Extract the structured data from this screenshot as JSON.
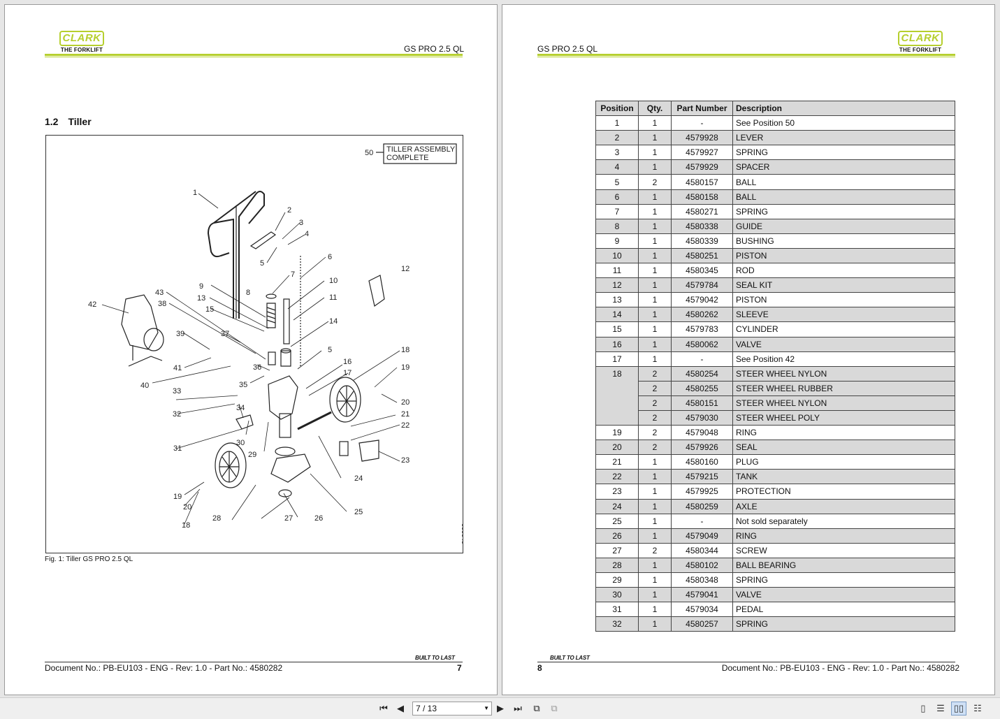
{
  "left_page": {
    "logo": {
      "brand": "CLARK",
      "tagline": "THE FORKLIFT"
    },
    "header_title": "GS PRO 2.5 QL",
    "section": {
      "number": "1.2",
      "title": "Tiller"
    },
    "figure": {
      "callout_number": "50",
      "callout_line1": "TILLER ASSEMBLY",
      "callout_line2": "COMPLETE",
      "image_id": "000049",
      "labels": [
        "1",
        "2",
        "3",
        "4",
        "5",
        "6",
        "7",
        "8",
        "9",
        "10",
        "11",
        "12",
        "13",
        "14",
        "15",
        "5",
        "16",
        "17",
        "18",
        "19",
        "20",
        "21",
        "22",
        "23",
        "24",
        "25",
        "26",
        "27",
        "28",
        "29",
        "30",
        "31",
        "32",
        "33",
        "34",
        "35",
        "36",
        "37",
        "38",
        "39",
        "40",
        "41",
        "42",
        "43",
        "19",
        "20",
        "18"
      ]
    },
    "caption": "Fig. 1: Tiller GS PRO 2.5 QL",
    "built_to_last": "BUILT TO LAST",
    "footer_doc": "Document No.: PB-EU103 - ENG - Rev: 1.0 - Part No.: 4580282",
    "page_number": "7"
  },
  "right_page": {
    "logo": {
      "brand": "CLARK",
      "tagline": "THE FORKLIFT"
    },
    "header_title": "GS PRO 2.5 QL",
    "table": {
      "headers": [
        "Position",
        "Qty.",
        "Part Number",
        "Description"
      ],
      "rows": [
        [
          "1",
          "1",
          "-",
          "See Position 50"
        ],
        [
          "2",
          "1",
          "4579928",
          "LEVER"
        ],
        [
          "3",
          "1",
          "4579927",
          "SPRING"
        ],
        [
          "4",
          "1",
          "4579929",
          "SPACER"
        ],
        [
          "5",
          "2",
          "4580157",
          "BALL"
        ],
        [
          "6",
          "1",
          "4580158",
          "BALL"
        ],
        [
          "7",
          "1",
          "4580271",
          "SPRING"
        ],
        [
          "8",
          "1",
          "4580338",
          "GUIDE"
        ],
        [
          "9",
          "1",
          "4580339",
          "BUSHING"
        ],
        [
          "10",
          "1",
          "4580251",
          "PISTON"
        ],
        [
          "11",
          "1",
          "4580345",
          "ROD"
        ],
        [
          "12",
          "1",
          "4579784",
          "SEAL KIT"
        ],
        [
          "13",
          "1",
          "4579042",
          "PISTON"
        ],
        [
          "14",
          "1",
          "4580262",
          "SLEEVE"
        ],
        [
          "15",
          "1",
          "4579783",
          "CYLINDER"
        ],
        [
          "16",
          "1",
          "4580062",
          "VALVE"
        ],
        [
          "17",
          "1",
          "-",
          "See Position 42"
        ],
        [
          "18",
          "2",
          "4580254",
          "STEER WHEEL NYLON"
        ],
        [
          "",
          "2",
          "4580255",
          "STEER WHEEL RUBBER"
        ],
        [
          "",
          "2",
          "4580151",
          "STEER WHEEL NYLON"
        ],
        [
          "",
          "2",
          "4579030",
          "STEER WHEEL POLY"
        ],
        [
          "19",
          "2",
          "4579048",
          "RING"
        ],
        [
          "20",
          "2",
          "4579926",
          "SEAL"
        ],
        [
          "21",
          "1",
          "4580160",
          "PLUG"
        ],
        [
          "22",
          "1",
          "4579215",
          "TANK"
        ],
        [
          "23",
          "1",
          "4579925",
          "PROTECTION"
        ],
        [
          "24",
          "1",
          "4580259",
          "AXLE"
        ],
        [
          "25",
          "1",
          "-",
          "Not sold separately"
        ],
        [
          "26",
          "1",
          "4579049",
          "RING"
        ],
        [
          "27",
          "2",
          "4580344",
          "SCREW"
        ],
        [
          "28",
          "1",
          "4580102",
          "BALL BEARING"
        ],
        [
          "29",
          "1",
          "4580348",
          "SPRING"
        ],
        [
          "30",
          "1",
          "4579041",
          "VALVE"
        ],
        [
          "31",
          "1",
          "4579034",
          "PEDAL"
        ],
        [
          "32",
          "1",
          "4580257",
          "SPRING"
        ]
      ]
    },
    "built_to_last": "BUILT TO LAST",
    "footer_doc": "Document No.: PB-EU103 - ENG - Rev: 1.0 - Part No.: 4580282",
    "page_number": "8"
  },
  "toolbar": {
    "page_indicator": "7 / 13",
    "icons": [
      "first-page-icon",
      "prev-page-icon",
      "next-page-icon",
      "last-page-icon",
      "rotate-icon",
      "export-icon",
      "single-page-icon",
      "continuous-icon",
      "two-page-icon",
      "two-page-continuous-icon"
    ]
  },
  "colors": {
    "brand_green": "#b6cf2e",
    "table_shade": "#d9d9d9"
  }
}
